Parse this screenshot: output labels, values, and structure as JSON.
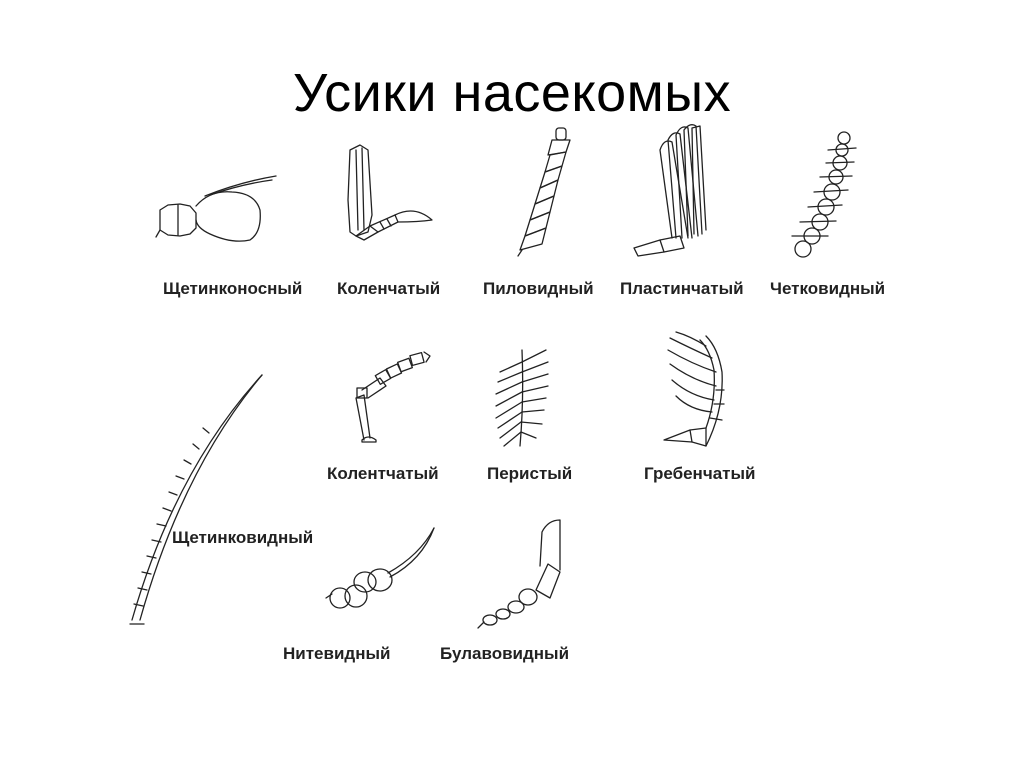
{
  "title": "Усики насекомых",
  "labels": {
    "shchetinkonosny": "Щетинконосный",
    "kolenchaty": "Коленчатый",
    "pilovidny": "Пиловидный",
    "plastinchaty": "Пластинчатый",
    "chetkovidny": "Четковидный",
    "kolentchaty": "Колентчатый",
    "peristy": "Перистый",
    "grebenchaty": "Гребенчатый",
    "shchetinkovidny": "Щетинковидный",
    "nitevidny": "Нитевидный",
    "bulavovidny": "Булавовидный"
  }
}
